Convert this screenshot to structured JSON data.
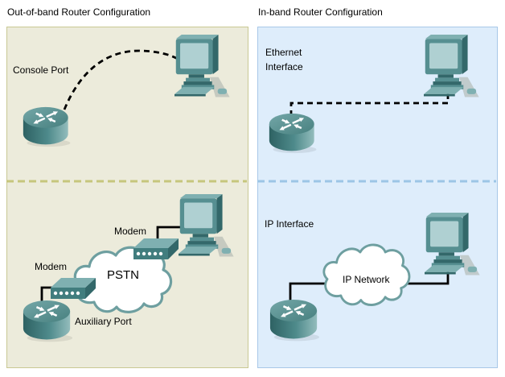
{
  "panels": {
    "left": {
      "title": "Out-of-band Router Configuration",
      "top_section": {
        "label": "Console Port"
      },
      "bottom_section": {
        "upper_modem_label": "Modem",
        "lower_modem_label": "Modem",
        "cloud_label": "PSTN",
        "router_port_label": "Auxiliary Port"
      }
    },
    "right": {
      "title": "In-band Router Configuration",
      "top_section": {
        "label_line1": "Ethernet",
        "label_line2": "Interface"
      },
      "bottom_section": {
        "label": "IP Interface",
        "cloud_label": "IP Network"
      }
    }
  },
  "icons": {
    "router": "router-icon",
    "workstation": "workstation-icon",
    "modem": "modem-icon",
    "pstn_cloud": "pstn-cloud",
    "ip_network_cloud": "ip-network-cloud"
  },
  "colors": {
    "left_panel_bg": "#ECEBDB",
    "left_panel_border": "#C9C893",
    "left_divider": "#C6C67C",
    "right_panel_bg": "#DEEDFB",
    "right_panel_border": "#A8C8E8",
    "right_divider": "#9CC5E6",
    "device_teal": "#568F91",
    "device_teal_dark": "#33686A",
    "device_teal_light": "#7FB0B1",
    "modem_front": "#417D7E",
    "screen_fill": "#AFD0D2",
    "cloud_fill": "#FFFFFF",
    "cloud_outline": "#6E9FA0",
    "cable": "#000000",
    "text": "#000000"
  }
}
